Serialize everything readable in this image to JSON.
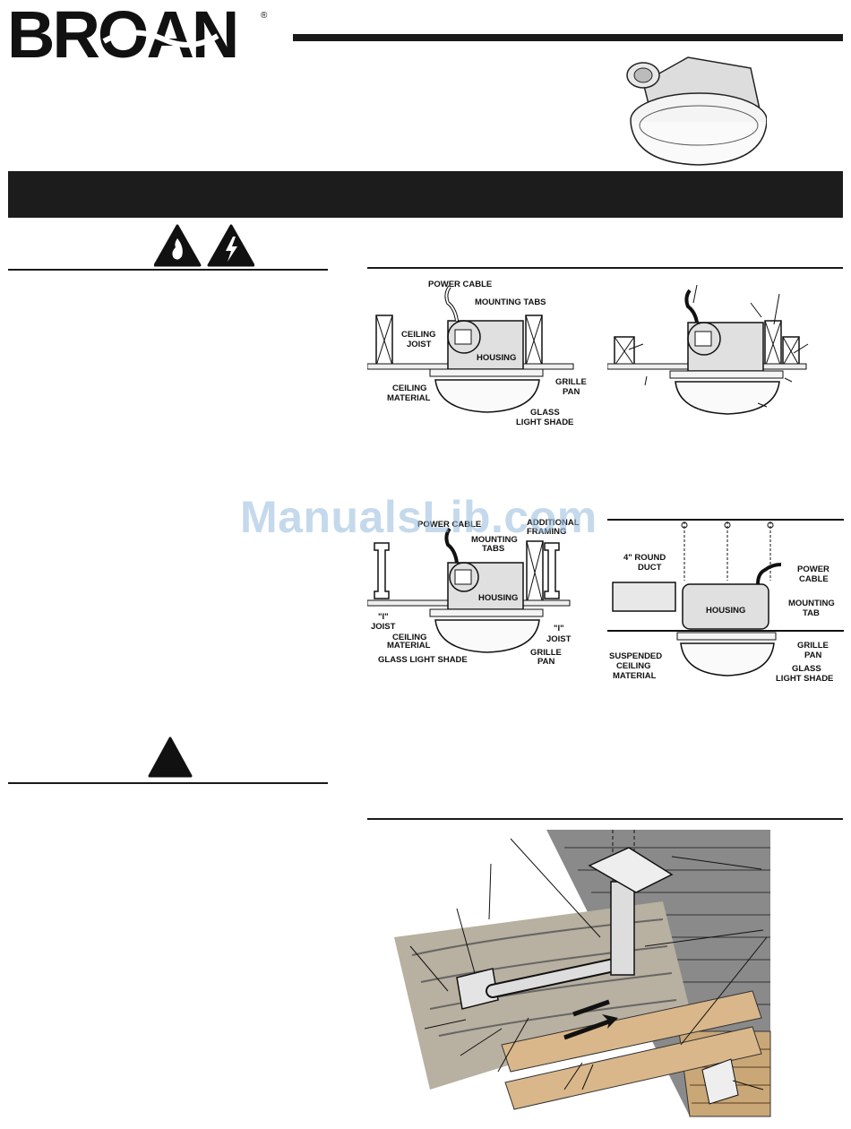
{
  "brand": {
    "logo_text": "BROAN",
    "registered": "®"
  },
  "watermark": "ManualsLib.com",
  "diagram1": {
    "power_cable": "POWER CABLE",
    "mounting_tabs": "MOUNTING TABS",
    "ceiling_joist": [
      "CEILING",
      "JOIST"
    ],
    "housing": "HOUSING",
    "grille_pan": [
      "GRILLE",
      "PAN"
    ],
    "ceiling_material": [
      "CEILING",
      "MATERIAL"
    ],
    "glass_shade": [
      "GLASS",
      "LIGHT SHADE"
    ]
  },
  "diagram3": {
    "power_cable": "POWER CABLE",
    "additional_framing": [
      "ADDITIONAL",
      "FRAMING"
    ],
    "mounting_tabs": [
      "MOUNTING",
      "TABS"
    ],
    "housing": "HOUSING",
    "i_joist_left": [
      "\"I\"",
      "JOIST"
    ],
    "ceiling_material": [
      "CEILING",
      "MATERIAL"
    ],
    "i_joist_right": [
      "\"I\"",
      "JOIST"
    ],
    "grille_pan": [
      "GRILLE",
      "PAN"
    ],
    "glass_shade": "GLASS LIGHT SHADE"
  },
  "diagram4": {
    "round_duct": [
      "4\" ROUND",
      "DUCT"
    ],
    "power_cable": [
      "POWER",
      "CABLE"
    ],
    "housing": "HOUSING",
    "mounting_tab": [
      "MOUNTING",
      "TAB"
    ],
    "suspended_ceiling": [
      "SUSPENDED",
      "CEILING",
      "MATERIAL"
    ],
    "grille_pan": [
      "GRILLE",
      "PAN"
    ],
    "glass_shade": [
      "GLASS",
      "LIGHT SHADE"
    ]
  },
  "icons": [
    "fire-warning-icon",
    "electric-shock-warning-icon",
    "caution-triangle-icon"
  ]
}
